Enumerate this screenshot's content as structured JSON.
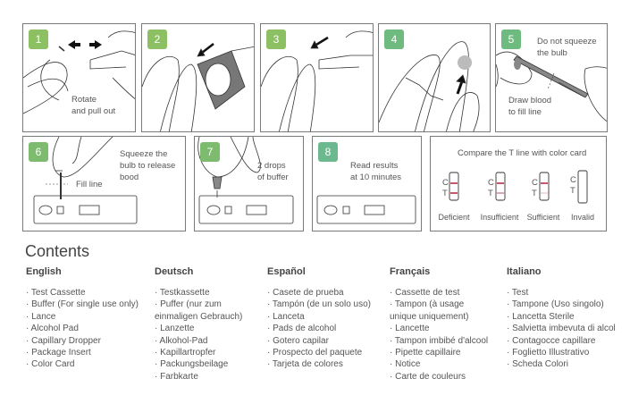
{
  "steps": [
    {
      "number": "1",
      "text": "Rotate\nand pull out",
      "color": "#8cc063"
    },
    {
      "number": "2",
      "text": "",
      "color": "#8cc063"
    },
    {
      "number": "3",
      "text": "",
      "color": "#8cc063"
    },
    {
      "number": "4",
      "text": "",
      "color": "#6fbb7f"
    },
    {
      "number": "5",
      "text": "Do not squeeze\nthe bulb",
      "text2": "Draw blood\nto fill line",
      "color": "#6fbb7f"
    },
    {
      "number": "6",
      "text": "Squeeze the\nbulb to release\nbood",
      "text2": "Fill line",
      "color": "#7dbb6e"
    },
    {
      "number": "7",
      "text": "2 drops\nof buffer",
      "color": "#7dbb6e"
    },
    {
      "number": "8",
      "text": "Read results\nat 10 minutes",
      "color": "#6db98f"
    }
  ],
  "color_card": {
    "title": "Compare the T line with color card",
    "c_label": "C",
    "t_label": "T",
    "results": [
      "Deficient",
      "Insufficient",
      "Sufficient",
      "Invalid"
    ]
  },
  "contents": {
    "title": "Contents",
    "columns": [
      {
        "language": "English",
        "items": [
          "· Test Cassette",
          "· Buffer (For single use only)",
          "· Lance",
          "· Alcohol Pad",
          "· Capillary Dropper",
          "· Package Insert",
          "· Color Card"
        ]
      },
      {
        "language": "Deutsch",
        "items": [
          "· Testkassette",
          "· Puffer (nur zum\n  einmaligen Gebrauch)",
          "· Lanzette",
          "· Alkohol-Pad",
          "· Kapillartropfer",
          "· Packungsbeilage",
          "· Farbkarte"
        ]
      },
      {
        "language": "Español",
        "items": [
          "· Casete de prueba",
          "· Tampón (de un solo uso)",
          "· Lanceta",
          "· Pads de alcohol",
          "· Gotero capilar",
          "· Prospecto del paquete",
          "· Tarjeta de colores"
        ]
      },
      {
        "language": "Français",
        "items": [
          "· Cassette de test",
          "· Tampon (à usage\n  unique uniquement)",
          "· Lancette",
          "· Tampon imbibé d'alcool",
          "· Pipette capillaire",
          "· Notice",
          "· Carte de couleurs"
        ]
      },
      {
        "language": "Italiano",
        "items": [
          "· Test",
          "· Tampone (Uso singolo)",
          "· Lancetta Sterile",
          "· Salvietta imbevuta di alcol",
          "· Contagocce capillare",
          "· Foglietto Illustrativo",
          "· Scheda Colori"
        ]
      }
    ]
  }
}
